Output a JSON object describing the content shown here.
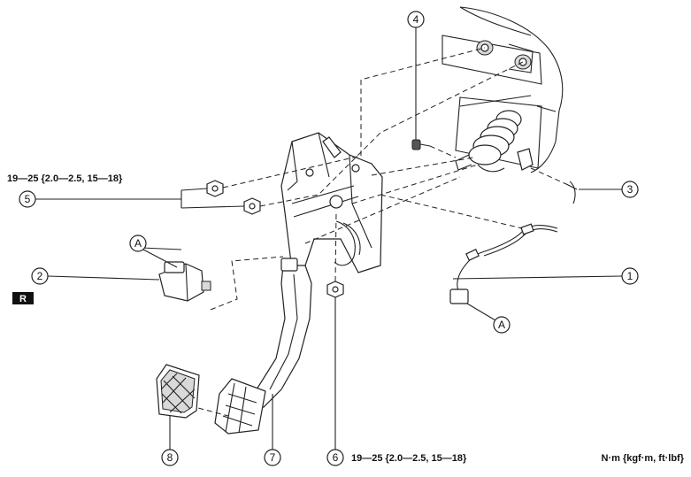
{
  "callouts": [
    {
      "id": "c1",
      "text": "1"
    },
    {
      "id": "c2",
      "text": "2"
    },
    {
      "id": "c3",
      "text": "3"
    },
    {
      "id": "c4",
      "text": "4"
    },
    {
      "id": "c5",
      "text": "5"
    },
    {
      "id": "c6",
      "text": "6"
    },
    {
      "id": "c7",
      "text": "7"
    },
    {
      "id": "c8",
      "text": "8"
    }
  ],
  "connector_labels": {
    "a_top": "A",
    "a_bottom": "A"
  },
  "torque_upper": "19—25 {2.0—2.5, 15—18}",
  "torque_lower": "19—25 {2.0—2.5, 15—18}",
  "units": "N·m {kgf·m, ft·lbf}",
  "side_marker": "R"
}
